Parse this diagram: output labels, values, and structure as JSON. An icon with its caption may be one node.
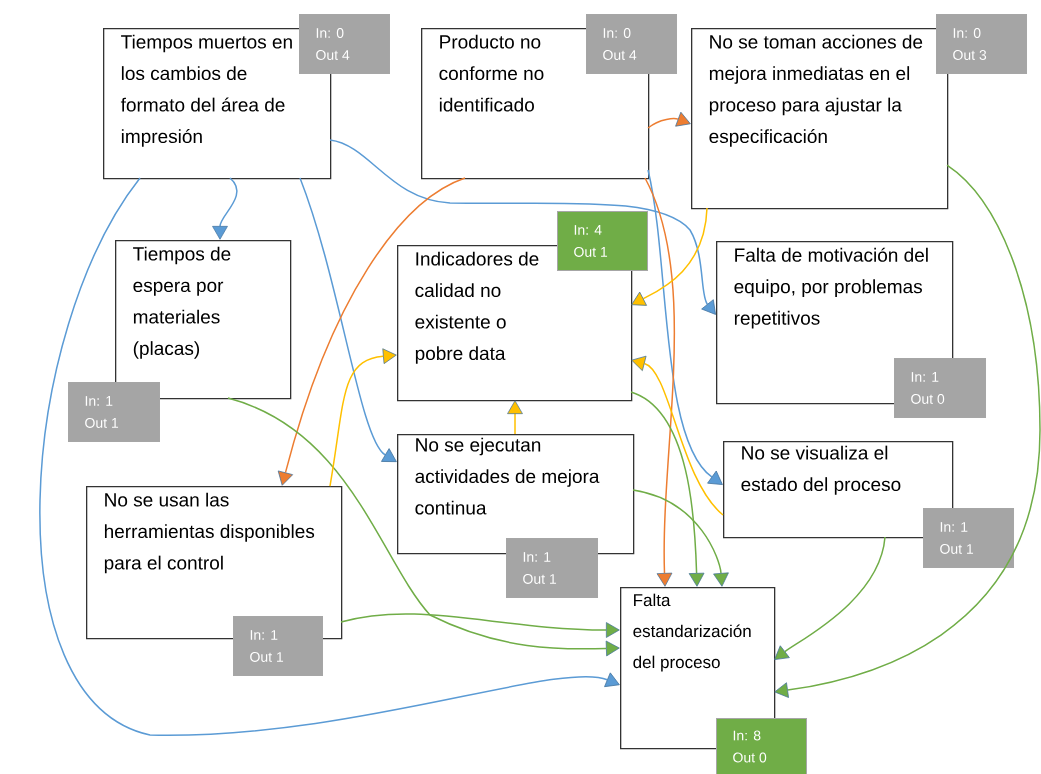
{
  "diagram": {
    "nodes": [
      {
        "text": [
          "Tiempos muertos en los cambios de formato del área de impresión"
        ]
      },
      {
        "text": [
          "Producto no conforme no identificado"
        ]
      },
      {
        "text": [
          "No se toman acciones de mejora inmediatas en el proceso para ajustar la especificación"
        ]
      },
      {
        "text": [
          "Tiempos de espera por materiales (placas)"
        ]
      },
      {
        "text": [
          "Indicadores de calidad no existente o pobre data"
        ]
      },
      {
        "text": [
          "Falta de motivación del equipo, por problemas repetitivos"
        ]
      },
      {
        "text": [
          "No se usan las herramientas disponibles para el control"
        ]
      },
      {
        "text": [
          "No se ejecutan actividades de mejora continua"
        ]
      },
      {
        "text": [
          "No se visualiza el estado del proceso"
        ]
      },
      {
        "text": [
          "Falta estandarización del proceso"
        ]
      },
      {
        "text": [
          "In: 0",
          "Out 4"
        ]
      },
      {
        "text": [
          "In: 0",
          "Out 4"
        ]
      },
      {
        "text": [
          "In: 0",
          "Out 3"
        ]
      },
      {
        "text": [
          "In: 1",
          "Out 1"
        ]
      },
      {
        "text": [
          "In: 4",
          "Out 1"
        ]
      },
      {
        "text": [
          "In: 1",
          "Out 0"
        ]
      },
      {
        "text": [
          "In: 1",
          "Out 1"
        ]
      },
      {
        "text": [
          "In: 1",
          "Out 1"
        ]
      },
      {
        "text": [
          "In: 1",
          "Out 1"
        ]
      },
      {
        "text": [
          "In: 8",
          "Out 0"
        ]
      }
    ],
    "edges": [
      {
        "from": 0,
        "to": 3,
        "arrow": "to",
        "color": "#5b9bd5"
      },
      {
        "from": 0,
        "to": 5,
        "arrow": "to",
        "color": "#5b9bd5"
      },
      {
        "from": 0,
        "to": 7,
        "arrow": "to",
        "color": "#5b9bd5"
      },
      {
        "from": 0,
        "to": 9,
        "arrow": "to",
        "color": "#5b9bd5"
      },
      {
        "from": 1,
        "to": 2,
        "arrow": "to",
        "color": "#ed7d31"
      },
      {
        "from": 1,
        "to": 6,
        "arrow": "to",
        "color": "#ed7d31"
      },
      {
        "from": 1,
        "to": 8,
        "arrow": "to",
        "color": "#5b9bd5"
      },
      {
        "from": 1,
        "to": 9,
        "arrow": "to",
        "color": "#ed7d31"
      },
      {
        "from": 2,
        "to": 4,
        "arrow": "to",
        "color": "#ffc000"
      },
      {
        "from": 2,
        "to": 9,
        "arrow": "to",
        "color": "#70ad47"
      },
      {
        "from": 3,
        "to": 9,
        "arrow": "to",
        "color": "#70ad47"
      },
      {
        "from": 4,
        "to": 9,
        "arrow": "to",
        "color": "#70ad47"
      },
      {
        "from": 6,
        "to": 4,
        "arrow": "to",
        "color": "#ffc000"
      },
      {
        "from": 6,
        "to": 9,
        "arrow": "to",
        "color": "#70ad47"
      },
      {
        "from": 7,
        "to": 4,
        "arrow": "to",
        "color": "#ffc000"
      },
      {
        "from": 7,
        "to": 9,
        "arrow": "to",
        "color": "#70ad47"
      },
      {
        "from": 8,
        "to": 4,
        "arrow": "to",
        "color": "#ffc000"
      },
      {
        "from": 8,
        "to": 9,
        "arrow": "to",
        "color": "#70ad47"
      }
    ]
  }
}
